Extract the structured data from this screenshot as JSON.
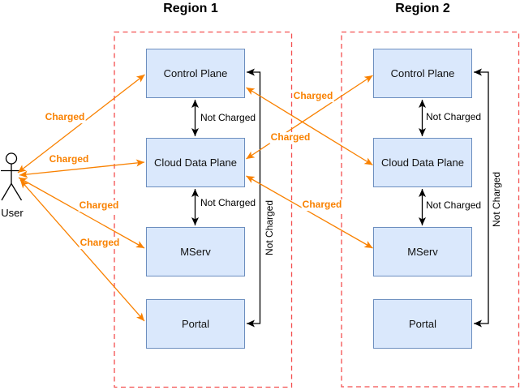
{
  "colors": {
    "node_fill": "#DAE8FC",
    "node_border": "#6C8EBF",
    "region_border_red": "#F34F4F",
    "charged_orange": "#F98100",
    "uncharged_black": "#000000"
  },
  "actor": {
    "label": "User"
  },
  "regions": [
    {
      "title": "Region 1",
      "nodes": [
        {
          "label": "Control Plane"
        },
        {
          "label": "Cloud Data Plane"
        },
        {
          "label": "MServ"
        },
        {
          "label": "Portal"
        }
      ]
    },
    {
      "title": "Region 2",
      "nodes": [
        {
          "label": "Control Plane"
        },
        {
          "label": "Cloud Data Plane"
        },
        {
          "label": "MServ"
        },
        {
          "label": "Portal"
        }
      ]
    }
  ],
  "edges": [
    {
      "from": "User",
      "to": "Region 1 / Control Plane",
      "label": "Charged"
    },
    {
      "from": "User",
      "to": "Region 1 / Cloud Data Plane",
      "label": "Charged"
    },
    {
      "from": "User",
      "to": "Region 1 / MServ",
      "label": "Charged"
    },
    {
      "from": "User",
      "to": "Region 1 / Portal",
      "label": "Charged"
    },
    {
      "from": "Region 1 / Control Plane",
      "to": "Region 1 / Cloud Data Plane",
      "label": "Not Charged"
    },
    {
      "from": "Region 1 / Cloud Data Plane",
      "to": "Region 1 / MServ",
      "label": "Not Charged"
    },
    {
      "from": "Region 1 / Control Plane",
      "to": "Region 1 / Portal",
      "label": "Not Charged"
    },
    {
      "from": "Region 1 / Cloud Data Plane",
      "to": "Region 2 / Control Plane",
      "label": "Charged"
    },
    {
      "from": "Region 1 / Control Plane",
      "to": "Region 2 / Cloud Data Plane",
      "label": "Charged"
    },
    {
      "from": "Region 1 / Cloud Data Plane",
      "to": "Region 2 / MServ",
      "label": "Charged"
    },
    {
      "from": "Region 2 / Control Plane",
      "to": "Region 2 / Cloud Data Plane",
      "label": "Not Charged"
    },
    {
      "from": "Region 2 / Cloud Data Plane",
      "to": "Region 2 / MServ",
      "label": "Not Charged"
    },
    {
      "from": "Region 2 / Control Plane",
      "to": "Region 2 / Portal",
      "label": "Not Charged"
    }
  ]
}
